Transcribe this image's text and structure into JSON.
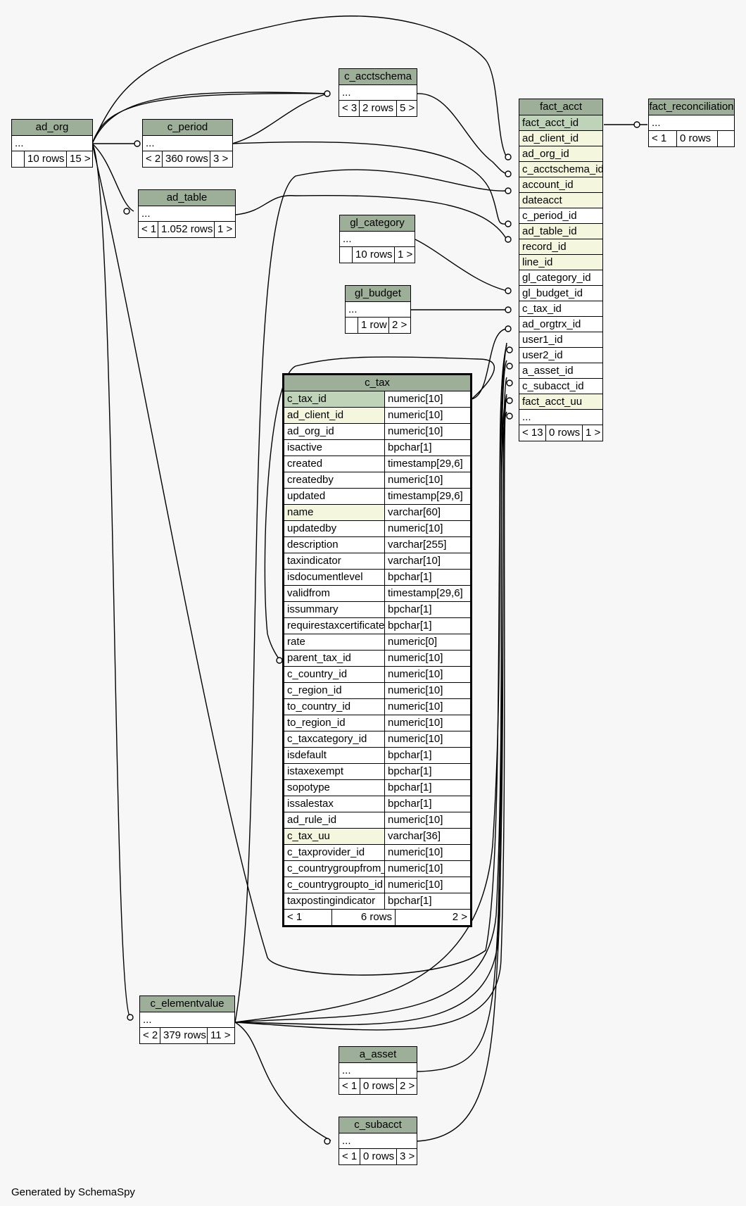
{
  "tables": {
    "ad_org": {
      "name": "ad_org",
      "rows": [
        "..."
      ],
      "footer": [
        "",
        "10 rows",
        "15 >"
      ]
    },
    "c_period": {
      "name": "c_period",
      "rows": [
        "..."
      ],
      "footer": [
        "< 2",
        "360 rows",
        "3 >"
      ]
    },
    "ad_table": {
      "name": "ad_table",
      "rows": [
        "..."
      ],
      "footer": [
        "< 1",
        "1.052 rows",
        "1 >"
      ]
    },
    "c_acctschema": {
      "name": "c_acctschema",
      "rows": [
        "..."
      ],
      "footer": [
        "< 3",
        "2 rows",
        "5 >"
      ]
    },
    "gl_category": {
      "name": "gl_category",
      "rows": [
        "..."
      ],
      "footer": [
        "",
        "10 rows",
        "1 >"
      ]
    },
    "gl_budget": {
      "name": "gl_budget",
      "rows": [
        "..."
      ],
      "footer": [
        "",
        "1 row",
        "2 >"
      ]
    },
    "fact_reconciliation": {
      "name": "fact_reconciliation",
      "rows": [
        "..."
      ],
      "footer": [
        "< 1",
        "0 rows",
        ""
      ]
    },
    "c_elementvalue": {
      "name": "c_elementvalue",
      "rows": [
        "..."
      ],
      "footer": [
        "< 2",
        "379 rows",
        "11 >"
      ]
    },
    "a_asset": {
      "name": "a_asset",
      "rows": [
        "..."
      ],
      "footer": [
        "< 1",
        "0 rows",
        "2 >"
      ]
    },
    "c_subacct": {
      "name": "c_subacct",
      "rows": [
        "..."
      ],
      "footer": [
        "< 1",
        "0 rows",
        "3 >"
      ]
    }
  },
  "fact_acct": {
    "name": "fact_acct",
    "columns": [
      "fact_acct_id",
      "ad_client_id",
      "ad_org_id",
      "c_acctschema_id",
      "account_id",
      "dateacct",
      "c_period_id",
      "ad_table_id",
      "record_id",
      "line_id",
      "gl_category_id",
      "gl_budget_id",
      "c_tax_id",
      "ad_orgtrx_id",
      "user1_id",
      "user2_id",
      "a_asset_id",
      "c_subacct_id",
      "fact_acct_uu",
      "..."
    ],
    "footer": [
      "< 13",
      "0 rows",
      "1 >"
    ]
  },
  "c_tax": {
    "name": "c_tax",
    "columns": [
      [
        "c_tax_id",
        "numeric[10]"
      ],
      [
        "ad_client_id",
        "numeric[10]"
      ],
      [
        "ad_org_id",
        "numeric[10]"
      ],
      [
        "isactive",
        "bpchar[1]"
      ],
      [
        "created",
        "timestamp[29,6]"
      ],
      [
        "createdby",
        "numeric[10]"
      ],
      [
        "updated",
        "timestamp[29,6]"
      ],
      [
        "name",
        "varchar[60]"
      ],
      [
        "updatedby",
        "numeric[10]"
      ],
      [
        "description",
        "varchar[255]"
      ],
      [
        "taxindicator",
        "varchar[10]"
      ],
      [
        "isdocumentlevel",
        "bpchar[1]"
      ],
      [
        "validfrom",
        "timestamp[29,6]"
      ],
      [
        "issummary",
        "bpchar[1]"
      ],
      [
        "requirestaxcertificate",
        "bpchar[1]"
      ],
      [
        "rate",
        "numeric[0]"
      ],
      [
        "parent_tax_id",
        "numeric[10]"
      ],
      [
        "c_country_id",
        "numeric[10]"
      ],
      [
        "c_region_id",
        "numeric[10]"
      ],
      [
        "to_country_id",
        "numeric[10]"
      ],
      [
        "to_region_id",
        "numeric[10]"
      ],
      [
        "c_taxcategory_id",
        "numeric[10]"
      ],
      [
        "isdefault",
        "bpchar[1]"
      ],
      [
        "istaxexempt",
        "bpchar[1]"
      ],
      [
        "sopotype",
        "bpchar[1]"
      ],
      [
        "issalestax",
        "bpchar[1]"
      ],
      [
        "ad_rule_id",
        "numeric[10]"
      ],
      [
        "c_tax_uu",
        "varchar[36]"
      ],
      [
        "c_taxprovider_id",
        "numeric[10]"
      ],
      [
        "c_countrygroupfrom_id",
        "numeric[10]"
      ],
      [
        "c_countrygroupto_id",
        "numeric[10]"
      ],
      [
        "taxpostingindicator",
        "bpchar[1]"
      ]
    ],
    "footer": [
      "< 1",
      "6 rows",
      "2 >"
    ]
  },
  "credit": "Generated by SchemaSpy",
  "colors": {
    "header": "#9daf98",
    "primary_key": "#bfd3b9",
    "indexed": "#f4f7dd",
    "background": "#f7f7f7"
  }
}
